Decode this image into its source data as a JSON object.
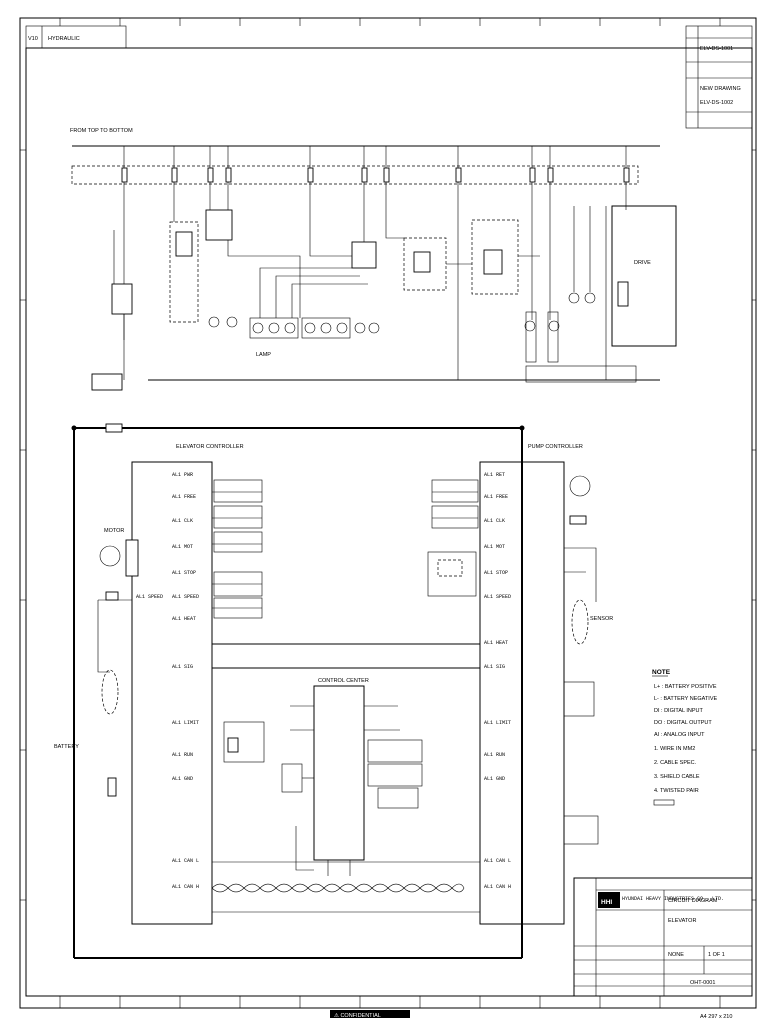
{
  "drawing": {
    "top_label": "HYDRAULIC",
    "left_code": "V10",
    "revision_notes": [
      "ELV-DS-1001",
      "NEW DRAWING",
      "ELV-DS-1002"
    ],
    "bus_label": "FROM TOP TO BOTTOM",
    "lamp_label": "LAMP",
    "battery_label": "BATTERY",
    "drive_label": "DRIVE",
    "motor_label": "MOTOR",
    "sensor_label": "SENSOR",
    "control_center_label": "CONTROL CENTER",
    "left_controller_label": "ELEVATOR CONTROLLER",
    "right_controller_label": "PUMP CONTROLLER",
    "pin_labels_left": [
      "AL1 PWR",
      "AL1 FREE",
      "AL1 CLK",
      "AL1 MOT",
      "AL1 STOP",
      "AL1 SPEED",
      "AL1 HEAT",
      "AL1 SIG",
      "AL1 LIMIT",
      "AL1 RUN",
      "AL1 GND",
      "AL1 CAN L",
      "AL1 CAN H"
    ],
    "pin_labels_right": [
      "AL1 RET",
      "AL1 FREE",
      "AL1 CLK",
      "AL1 MOT",
      "AL1 STOP",
      "AL1 SPEED",
      "AL1 HEAT",
      "AL1 SIG",
      "AL1 LIMIT",
      "AL1 RUN",
      "AL1 GND",
      "AL1 CAN L",
      "AL1 CAN H"
    ]
  },
  "notes": {
    "heading": "NOTE",
    "items": [
      "L+ : BATTERY POSITIVE",
      "L- : BATTERY NEGATIVE",
      "DI : DIGITAL INPUT",
      "DO : DIGITAL OUTPUT",
      "AI : ANALOG INPUT",
      "1. WIRE IN MM2",
      "2. CABLE SPEC.",
      "3. SHIELD CABLE",
      "4. TWISTED PAIR"
    ]
  },
  "title_block": {
    "company_logo": "HHI",
    "company_name": "HYUNDAI HEAVY INDUSTRIES CO., LTD.",
    "title": "CIRCUIT DIAGRAM",
    "subtitle": "ELEVATOR",
    "drawing_no": "OHT-0001",
    "scale": "NONE",
    "sheet": "1 OF 1"
  },
  "footer": {
    "warning": "⚠ CONFIDENTIAL",
    "bottom_right": "A4 297 x 210"
  }
}
